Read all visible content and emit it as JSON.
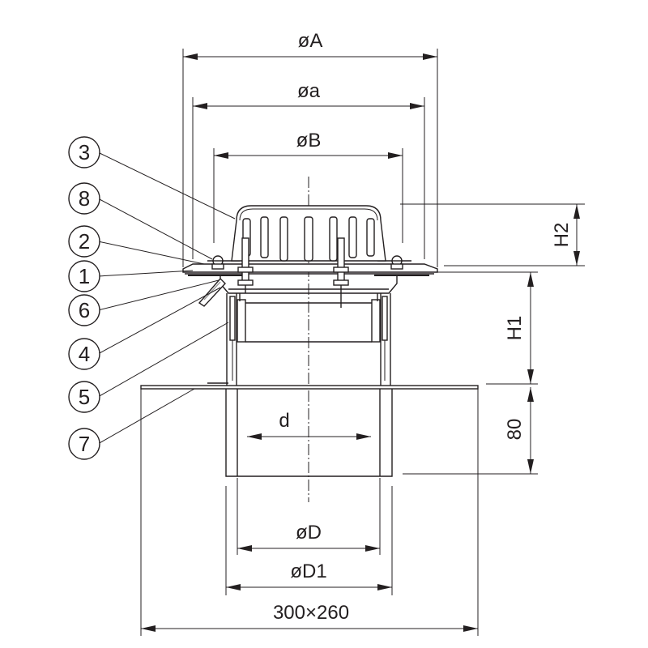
{
  "dimensions": {
    "dia_A": "øA",
    "dia_a": "øa",
    "dia_B": "øB",
    "d": "d",
    "dia_D": "øD",
    "dia_D1": "øD1",
    "flange": "300×260",
    "H1": "H1",
    "H2": "H2",
    "h80": "80"
  },
  "callouts": [
    "3",
    "8",
    "2",
    "1",
    "6",
    "4",
    "5",
    "7"
  ]
}
